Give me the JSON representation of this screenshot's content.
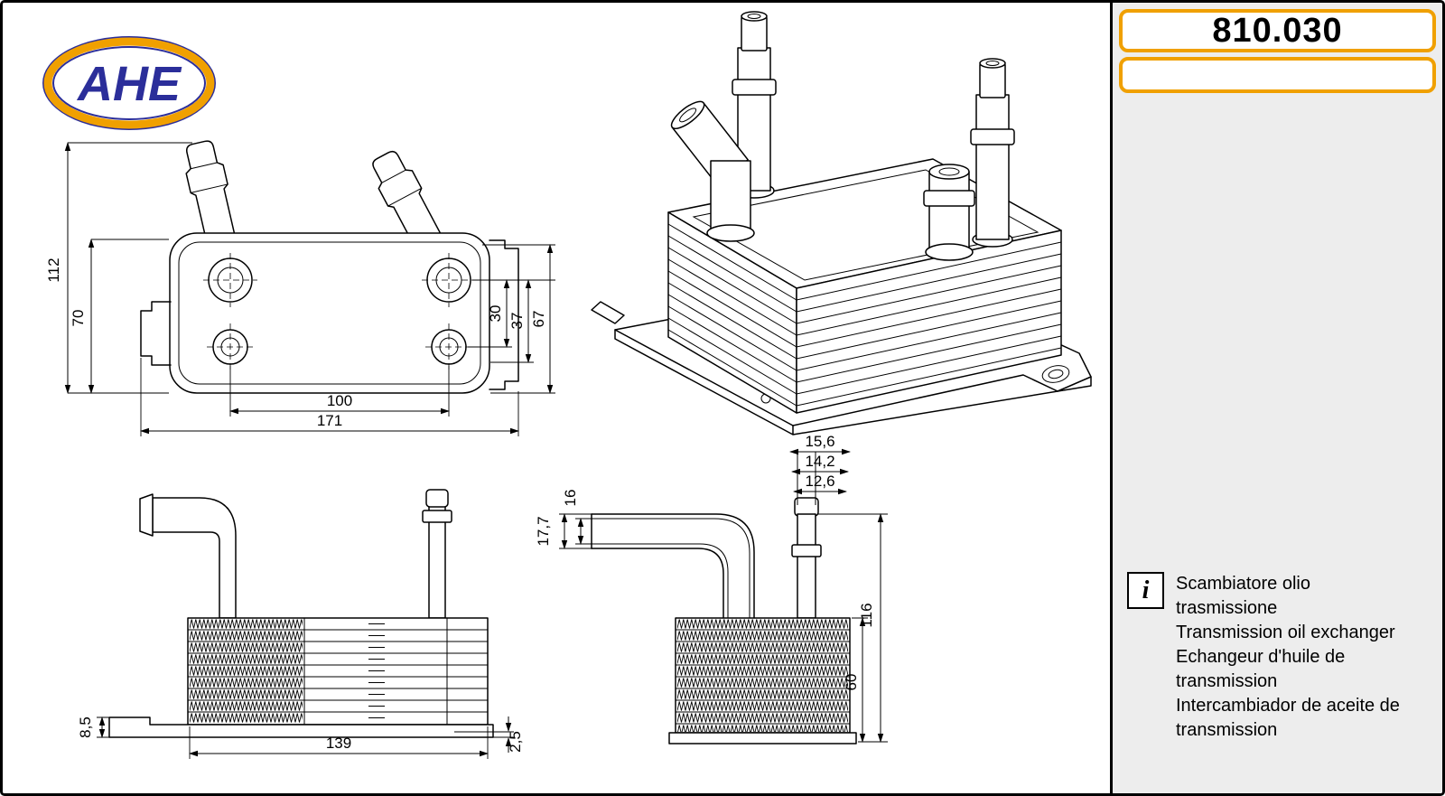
{
  "page": {
    "accent_orange": "#f0a000",
    "panel_bg": "#ededed"
  },
  "brand": {
    "name": "AHE"
  },
  "header": {
    "part_number": "810.030"
  },
  "info_panel": {
    "icon_glyph": "i",
    "descriptions": [
      "Scambiatore olio trasmissione",
      "Transmission oil exchanger",
      "Echangeur d'huile de transmission",
      "Intercambiador de aceite de transmission"
    ]
  },
  "drawings": {
    "front_view": {
      "overall_height": "112",
      "body_height": "70",
      "port_spacing_v": "30",
      "dim_37": "37",
      "dim_67": "67",
      "port_spacing_h": "100",
      "overall_width": "171"
    },
    "side_view": {
      "base_lip": "8,5",
      "core_width": "139",
      "base_thickness": "2,5"
    },
    "section_view": {
      "pipe_dia_outer": "15,6",
      "pipe_dia_mid": "14,2",
      "pipe_dia_inner": "12,6",
      "tube_dia_outer": "17,7",
      "tube_dia_inner": "16",
      "overall_height": "116",
      "core_height": "60"
    }
  }
}
